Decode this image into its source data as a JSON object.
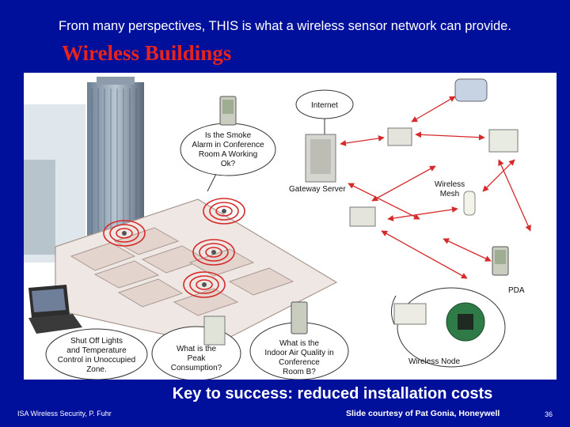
{
  "slide": {
    "headline": "From many perspectives, THIS is what a wireless sensor network can provide.",
    "subtitle": "Wireless Buildings",
    "key_message": "Key to success: reduced installation costs",
    "footer_left": "ISA Wireless Security, P. Fuhr",
    "footer_credit": "Slide courtesy of Pat Gonia, Honeywell",
    "page_number": "36"
  },
  "diagram": {
    "internet_label": "Internet",
    "gateway_label": "Gateway Server",
    "mesh_label_1": "Wireless",
    "mesh_label_2": "Mesh",
    "pda_label": "PDA",
    "node_label": "Wireless Node",
    "smoke_bubble": [
      "Is the Smoke",
      "Alarm in Conference",
      "Room A Working",
      "Ok?"
    ],
    "lights_bubble": [
      "Shut Off Lights",
      "and Temperature",
      "Control in Unoccupied",
      "Zone."
    ],
    "peak_bubble": [
      "What is the",
      "Peak",
      "Consumption?"
    ],
    "air_bubble": [
      "What is the",
      "Indoor Air Quality in",
      "Conference",
      "Room B?"
    ]
  },
  "colors": {
    "background": "#00109a",
    "subtitle": "#e8231c",
    "signal": "#d62a2a",
    "arrow": "#d62a2a"
  }
}
